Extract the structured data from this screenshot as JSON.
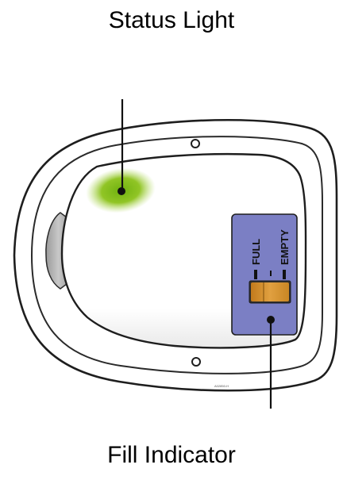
{
  "labels": {
    "status_light": "Status Light",
    "fill_indicator": "Fill Indicator"
  },
  "fill_indicator": {
    "full_label": "FULL",
    "empty_label": "EMPTY",
    "panel_color": "#7b7fc4",
    "slider_color": "#d8902c"
  },
  "status_light": {
    "color": "#8bc21a"
  },
  "diagram_code": "A02850-H"
}
